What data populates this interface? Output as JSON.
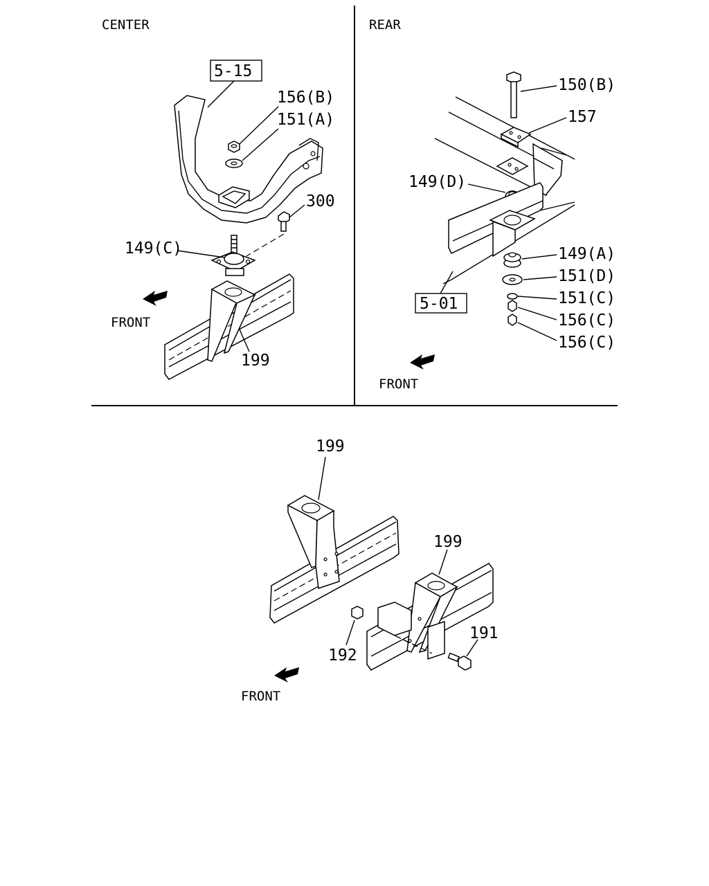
{
  "sections": {
    "center": "CENTER",
    "rear": "REAR"
  },
  "front_label": "FRONT",
  "refs": {
    "center": "5-15",
    "rear": "5-01"
  },
  "center_parts": {
    "p156b": "156(B)",
    "p151a": "151(A)",
    "p300": "300",
    "p149c": "149(C)",
    "p199": "199"
  },
  "rear_parts": {
    "p150b": "150(B)",
    "p157": "157",
    "p149d": "149(D)",
    "p149a": "149(A)",
    "p151d": "151(D)",
    "p151c": "151(C)",
    "p156c1": "156(C)",
    "p156c2": "156(C)"
  },
  "bottom_parts": {
    "p199a": "199",
    "p199b": "199",
    "p191": "191",
    "p192": "192"
  }
}
